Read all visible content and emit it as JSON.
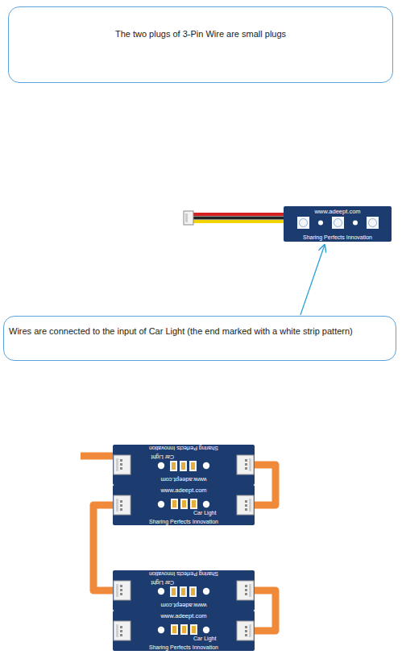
{
  "diagram": {
    "nodes": [
      {
        "text": [
          "The two plugs of 3-Pin Wire are small plugs"
        ]
      },
      {
        "text": [
          "www.adeept.com",
          "Sharing Perfects Innovation"
        ]
      },
      {
        "text": [
          "Wires are connected to the input of Car Light (the end marked with a white strip pattern)"
        ]
      },
      {
        "text": [
          "www.adeept.com",
          "Car Light",
          "Sharing Perfects Innovation"
        ]
      },
      {
        "text": [
          "www.adeept.com",
          "Car Light",
          "Sharing Perfects Innovation"
        ]
      },
      {
        "text": [
          "www.adeept.com",
          "Car Light",
          "Sharing Perfects Innovation"
        ]
      },
      {
        "text": [
          "www.adeept.com",
          "Car Light",
          "Sharing Perfects Innovation"
        ]
      }
    ],
    "edges": [
      {
        "from": 2,
        "to": 1,
        "arrow": "to"
      },
      {
        "from": 3,
        "to": 4,
        "arrow": "none"
      },
      {
        "from": 4,
        "to": 5,
        "arrow": "none"
      },
      {
        "from": 5,
        "to": 6,
        "arrow": "none"
      }
    ]
  }
}
